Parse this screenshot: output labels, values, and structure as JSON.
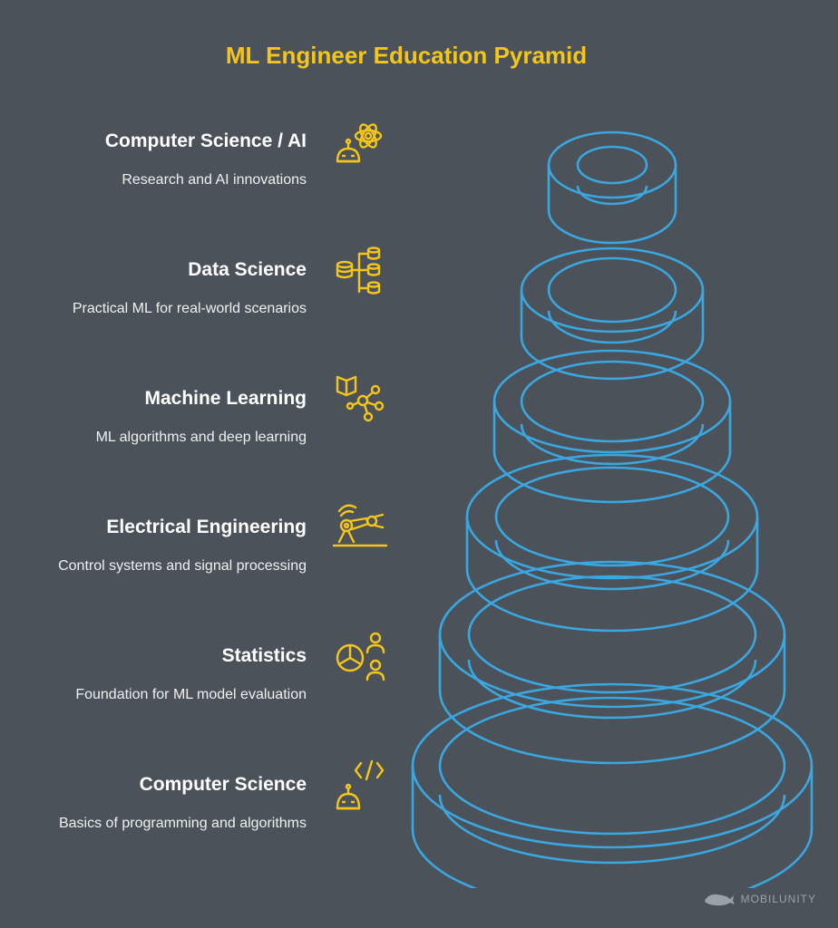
{
  "title": "ML Engineer Education Pyramid",
  "accent_color": "#f5c518",
  "ring_color": "#3aa7e0",
  "background_color": "#4b525a",
  "tiers": [
    {
      "title": "Computer Science / AI",
      "description": "Research and AI innovations",
      "icon": "robot-atom-icon"
    },
    {
      "title": "Data Science",
      "description": "Practical ML for real-world scenarios",
      "icon": "database-network-icon"
    },
    {
      "title": "Machine Learning",
      "description": "ML algorithms and deep learning",
      "icon": "book-network-icon"
    },
    {
      "title": "Electrical Engineering",
      "description": "Control systems and signal processing",
      "icon": "robotic-arm-icon"
    },
    {
      "title": "Statistics",
      "description": "Foundation for ML model evaluation",
      "icon": "pie-chart-people-icon"
    },
    {
      "title": "Computer Science",
      "description": "Basics of programming and algorithms",
      "icon": "robot-code-icon"
    }
  ],
  "brand": {
    "name": "MOBILUNITY",
    "icon": "whale-logo-icon"
  }
}
